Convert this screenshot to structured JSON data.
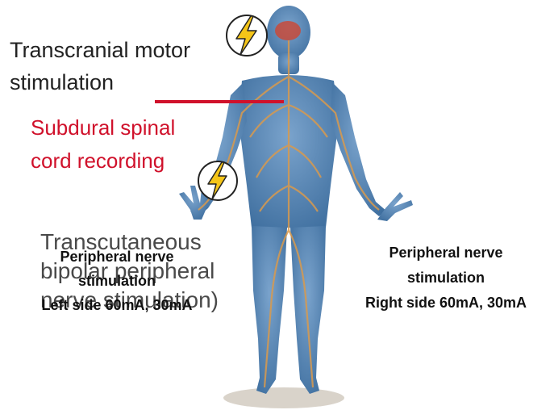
{
  "colors": {
    "body": "#4f7fb2",
    "nerves": "#d99a4d",
    "red": "#d0112b",
    "dark": "#222222",
    "bolt_fill": "#f5c518"
  },
  "icons": {
    "bolt_top": "lightning-bolt-icon",
    "bolt_middle": "lightning-bolt-icon"
  },
  "labels": {
    "motor": [
      "Transcranial motor",
      "stimulation"
    ],
    "subdural": [
      "Subdural spinal",
      "cord recording"
    ],
    "transcutaneous": [
      "Transcutaneous",
      "bipolar peripheral",
      "nerve stimulation)"
    ],
    "left": [
      "Peripheral nerve",
      "stimulation",
      "Left side 60mA, 30mA"
    ],
    "right": [
      "Peripheral nerve",
      "stimulation",
      "Right side 60mA, 30mA"
    ]
  }
}
